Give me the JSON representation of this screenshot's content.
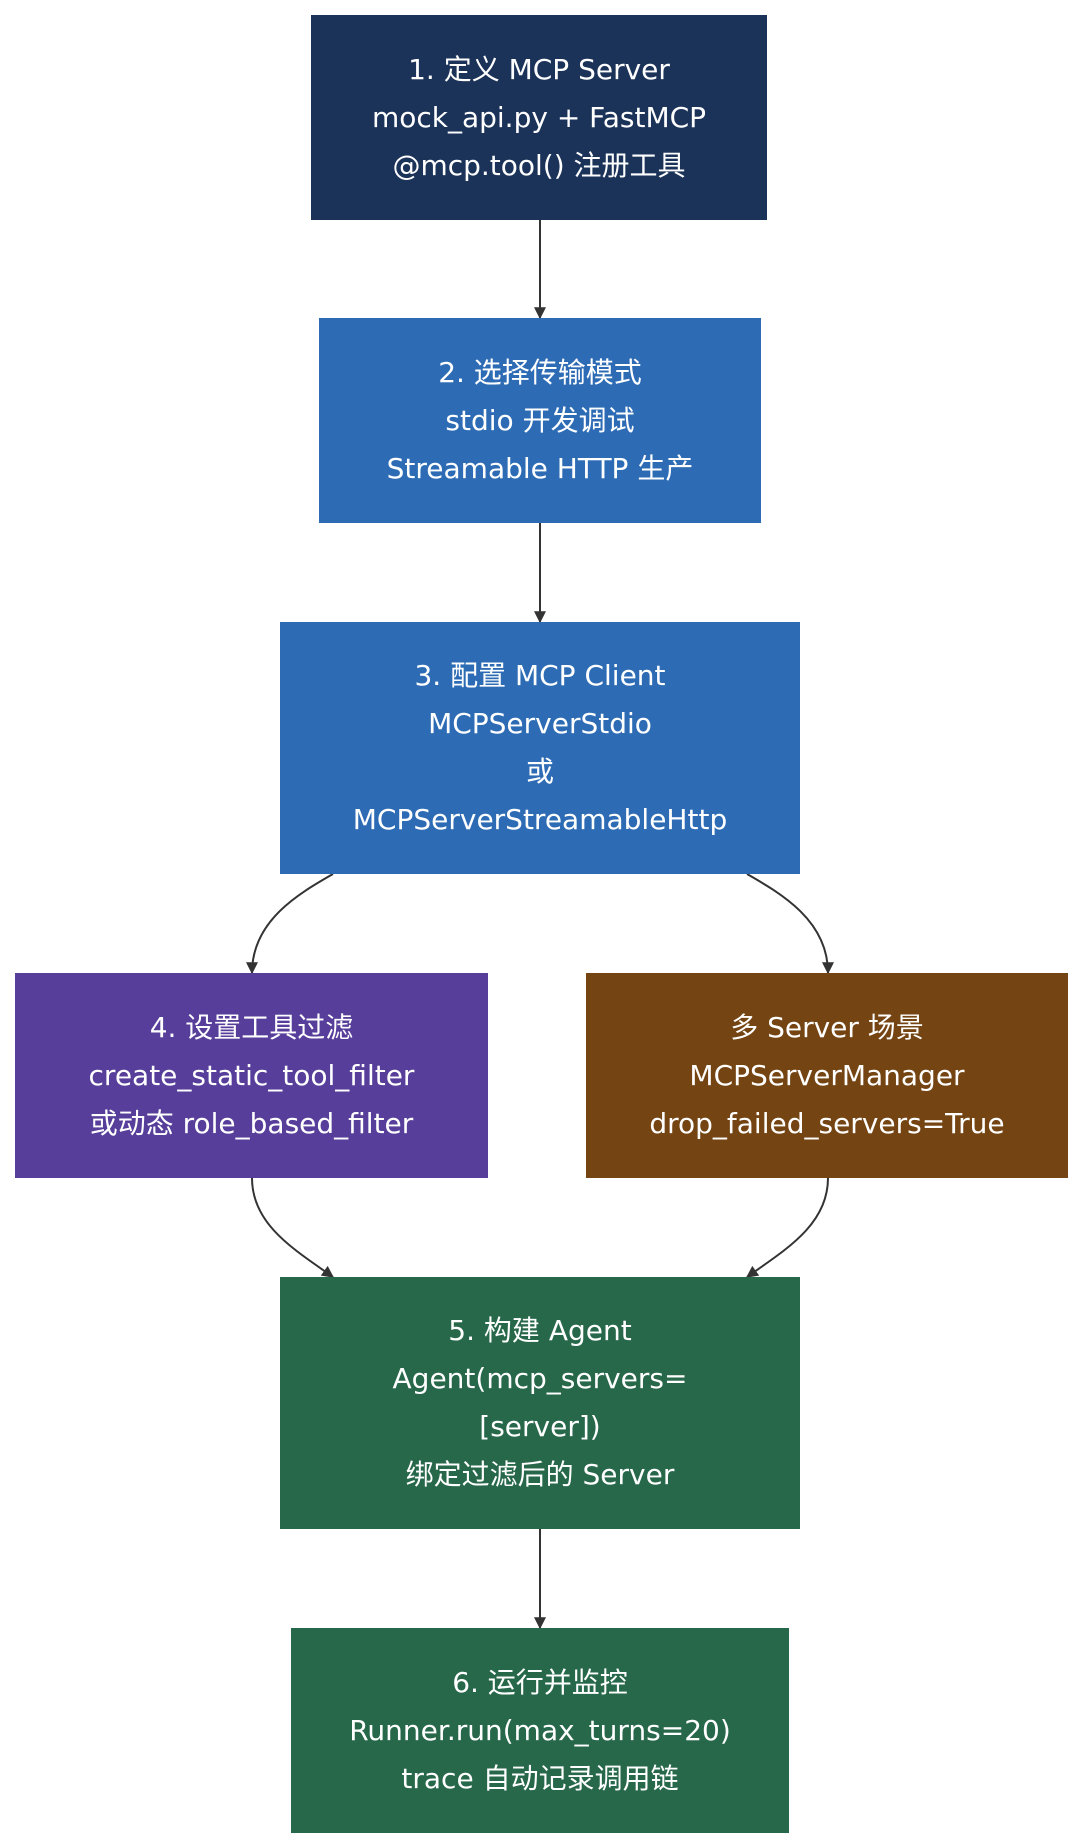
{
  "colors": {
    "navy": "#1b3358",
    "blue": "#2d6cb5",
    "purple": "#573e9a",
    "brown": "#744413",
    "green": "#27684a",
    "edge": "#333333",
    "text": "#ffffff"
  },
  "nodes": {
    "define_server": {
      "color": "#1b3358",
      "lines": [
        "1. 定义 MCP Server",
        "mock_api.py + FastMCP",
        "@mcp.tool() 注册工具"
      ]
    },
    "transport": {
      "color": "#2d6cb5",
      "lines": [
        "2. 选择传输模式",
        "stdio 开发调试",
        "Streamable HTTP 生产"
      ]
    },
    "client": {
      "color": "#2d6cb5",
      "lines": [
        "3. 配置 MCP Client",
        "MCPServerStdio",
        "或",
        "MCPServerStreamableHttp"
      ]
    },
    "filter": {
      "color": "#573e9a",
      "lines": [
        "4. 设置工具过滤",
        "create_static_tool_filter",
        "或动态 role_based_filter"
      ]
    },
    "multi_server": {
      "color": "#744413",
      "lines": [
        "多 Server 场景",
        "MCPServerManager",
        "drop_failed_servers=True"
      ]
    },
    "agent": {
      "color": "#27684a",
      "lines": [
        "5. 构建 Agent",
        "Agent(mcp_servers=",
        "[server])",
        "绑定过滤后的 Server"
      ]
    },
    "run": {
      "color": "#27684a",
      "lines": [
        "6. 运行并监控",
        "Runner.run(max_turns=20)",
        "trace 自动记录调用链"
      ]
    }
  },
  "edges": [
    {
      "from": "define_server",
      "to": "transport"
    },
    {
      "from": "transport",
      "to": "client"
    },
    {
      "from": "client",
      "to": "filter"
    },
    {
      "from": "client",
      "to": "multi_server"
    },
    {
      "from": "filter",
      "to": "agent"
    },
    {
      "from": "multi_server",
      "to": "agent"
    },
    {
      "from": "agent",
      "to": "run"
    }
  ]
}
